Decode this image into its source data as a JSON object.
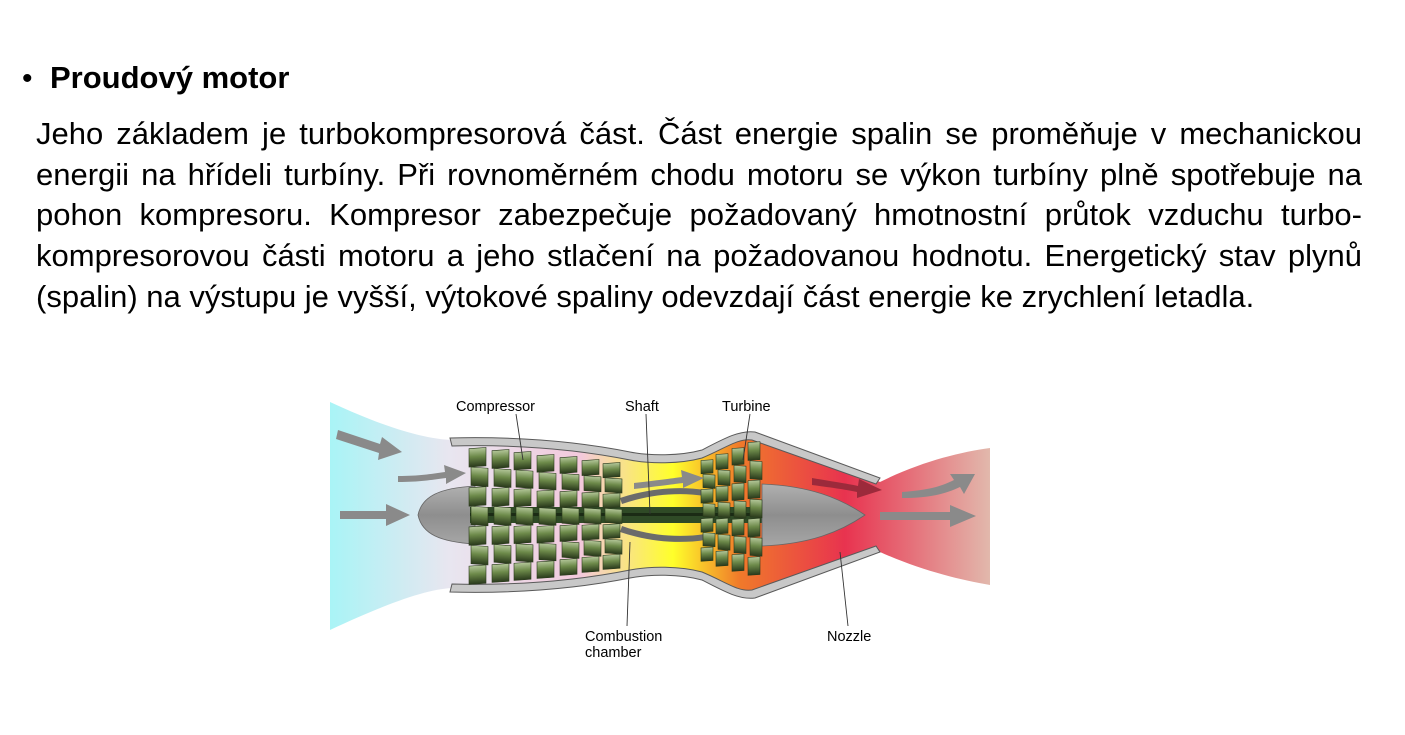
{
  "bullet": {
    "symbol": "•",
    "title": "Proudový motor"
  },
  "paragraph": "Jeho základem je turbokompresorová část. Část energie spalin se proměňuje v mechanickou energii na hřídeli turbíny. Při rovnoměrném chodu motoru se výkon turbíny plně spotřebuje na pohon kompresoru. Kompresor zabezpečuje požadovaný hmotnostní průtok vzduchu turbo-kompresorovou části motoru a jeho stlačení na požadovanou hodnotu. Energetický stav plynů (spalin) na výstupu je vyšší, výtokové spaliny odevzdají část energie ke zrychlení letadla.",
  "diagram": {
    "labels": {
      "compressor": "Compressor",
      "shaft": "Shaft",
      "turbine": "Turbine",
      "combustion_line1": "Combustion",
      "combustion_line2": "chamber",
      "nozzle": "Nozzle"
    },
    "colors": {
      "intake": "#a9f4f6",
      "compressor_zone": "#f3c9dc",
      "combustion_zone": "#ffff2a",
      "turbine_zone": "#f07a2a",
      "nozzle_zone": "#e8334f",
      "exhaust": "#e2b8ac",
      "blade_light": "#b4c79a",
      "blade_dark": "#2a3a1c",
      "casing": "#c8c8c8",
      "arrow": "#8a8a8a"
    }
  }
}
